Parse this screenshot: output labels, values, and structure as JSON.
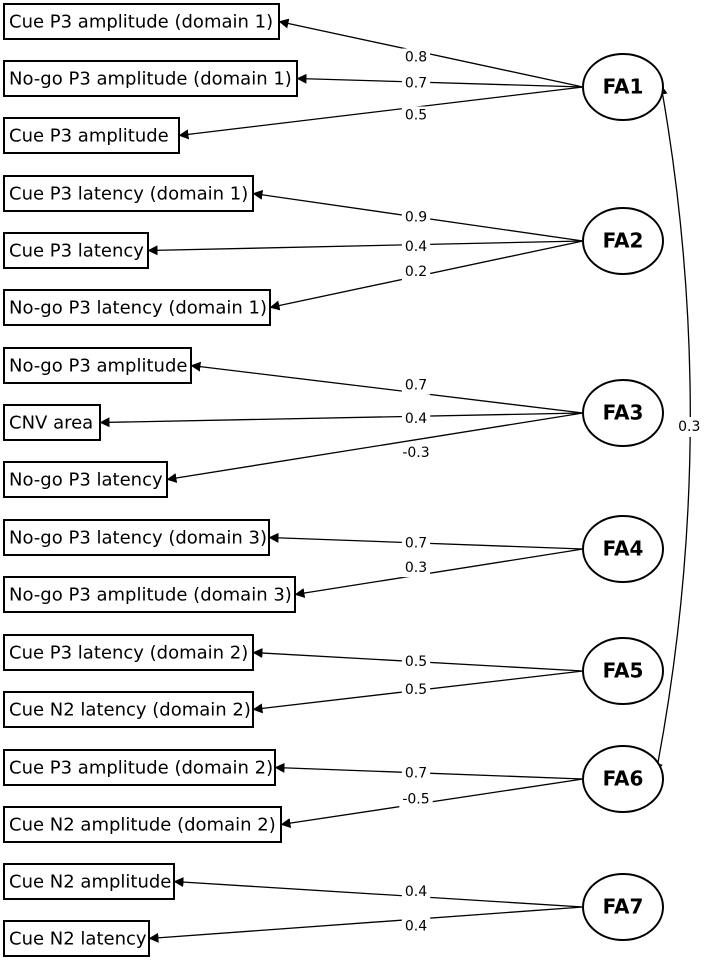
{
  "indicators": [
    {
      "id": "i1",
      "label": "Cue P3 amplitude (domain 1)"
    },
    {
      "id": "i2",
      "label": "No-go P3 amplitude (domain 1)"
    },
    {
      "id": "i3",
      "label": "Cue P3 amplitude"
    },
    {
      "id": "i4",
      "label": "Cue P3 latency (domain 1)"
    },
    {
      "id": "i5",
      "label": "Cue P3 latency"
    },
    {
      "id": "i6",
      "label": "No-go P3 latency (domain 1)"
    },
    {
      "id": "i7",
      "label": "No-go P3 amplitude"
    },
    {
      "id": "i8",
      "label": "CNV area"
    },
    {
      "id": "i9",
      "label": "No-go P3 latency"
    },
    {
      "id": "i10",
      "label": "No-go P3 latency (domain 3)"
    },
    {
      "id": "i11",
      "label": "No-go P3 amplitude (domain 3)"
    },
    {
      "id": "i12",
      "label": "Cue P3 latency (domain 2)"
    },
    {
      "id": "i13",
      "label": "Cue N2 latency (domain 2)"
    },
    {
      "id": "i14",
      "label": "Cue P3 amplitude (domain 2)"
    },
    {
      "id": "i15",
      "label": "Cue N2 amplitude (domain 2)"
    },
    {
      "id": "i16",
      "label": "Cue N2 amplitude"
    },
    {
      "id": "i17",
      "label": "Cue N2 latency"
    }
  ],
  "factors": [
    {
      "id": "FA1",
      "label": "FA1"
    },
    {
      "id": "FA2",
      "label": "FA2"
    },
    {
      "id": "FA3",
      "label": "FA3"
    },
    {
      "id": "FA4",
      "label": "FA4"
    },
    {
      "id": "FA5",
      "label": "FA5"
    },
    {
      "id": "FA6",
      "label": "FA6"
    },
    {
      "id": "FA7",
      "label": "FA7"
    }
  ],
  "loadings": [
    {
      "factor": "FA1",
      "indicator": "i1",
      "value": "0.8"
    },
    {
      "factor": "FA1",
      "indicator": "i2",
      "value": "0.7"
    },
    {
      "factor": "FA1",
      "indicator": "i3",
      "value": "0.5"
    },
    {
      "factor": "FA2",
      "indicator": "i4",
      "value": "0.9"
    },
    {
      "factor": "FA2",
      "indicator": "i5",
      "value": "0.4"
    },
    {
      "factor": "FA2",
      "indicator": "i6",
      "value": "0.2"
    },
    {
      "factor": "FA3",
      "indicator": "i7",
      "value": "0.7"
    },
    {
      "factor": "FA3",
      "indicator": "i8",
      "value": "0.4"
    },
    {
      "factor": "FA3",
      "indicator": "i9",
      "value": "-0.3"
    },
    {
      "factor": "FA4",
      "indicator": "i10",
      "value": "0.7"
    },
    {
      "factor": "FA4",
      "indicator": "i11",
      "value": "0.3"
    },
    {
      "factor": "FA5",
      "indicator": "i12",
      "value": "0.5"
    },
    {
      "factor": "FA5",
      "indicator": "i13",
      "value": "0.5"
    },
    {
      "factor": "FA6",
      "indicator": "i14",
      "value": "0.7"
    },
    {
      "factor": "FA6",
      "indicator": "i15",
      "value": "-0.5"
    },
    {
      "factor": "FA7",
      "indicator": "i16",
      "value": "0.4"
    },
    {
      "factor": "FA7",
      "indicator": "i17",
      "value": "0.4"
    }
  ],
  "correlations": [
    {
      "from": "FA1",
      "to": "FA6",
      "value": "0.3"
    }
  ]
}
